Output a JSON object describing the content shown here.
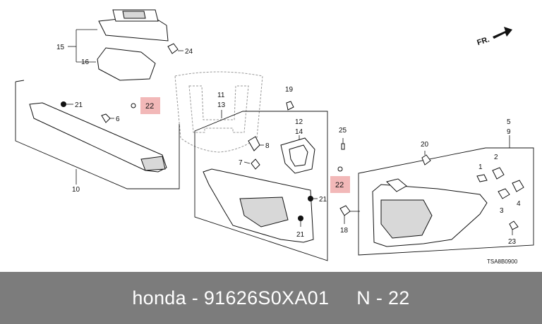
{
  "footer": {
    "text": "honda - 91626S0XA01     N - 22"
  },
  "diagram": {
    "code": "TSA8B0900",
    "front_marker": "FR.",
    "callouts": {
      "c1": "1",
      "c2": "2",
      "c3": "3",
      "c4": "4",
      "c5": "5",
      "c6": "6",
      "c7": "7",
      "c8": "8",
      "c9": "9",
      "c10": "10",
      "c11": "11",
      "c12": "12",
      "c13": "13",
      "c14": "14",
      "c15": "15",
      "c16": "16",
      "c18": "18",
      "c19": "19",
      "c20": "20",
      "c21": "21",
      "c23": "23",
      "c24": "24",
      "c25": "25"
    },
    "highlighted_callout": "22"
  }
}
